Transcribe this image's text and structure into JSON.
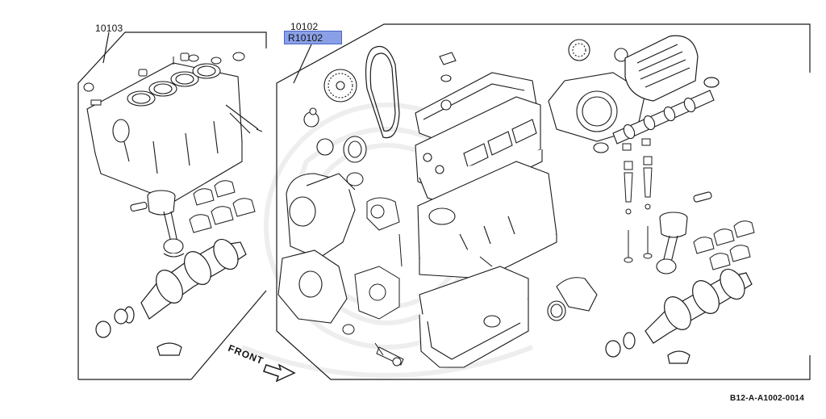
{
  "labels": {
    "part_short_block": "10103",
    "part_long_block": "10102",
    "part_reman": "R10102",
    "front_arrow": "FRONT",
    "diagram_code": "B12-A-A1002-0014"
  },
  "colors": {
    "highlight_fill": "#8aa0e6",
    "highlight_border": "#4a64c8",
    "line": "#1a1a1a",
    "watermark": "#f2f2f2"
  },
  "icons": [
    "front-arrow-icon",
    "watermark-logo"
  ]
}
